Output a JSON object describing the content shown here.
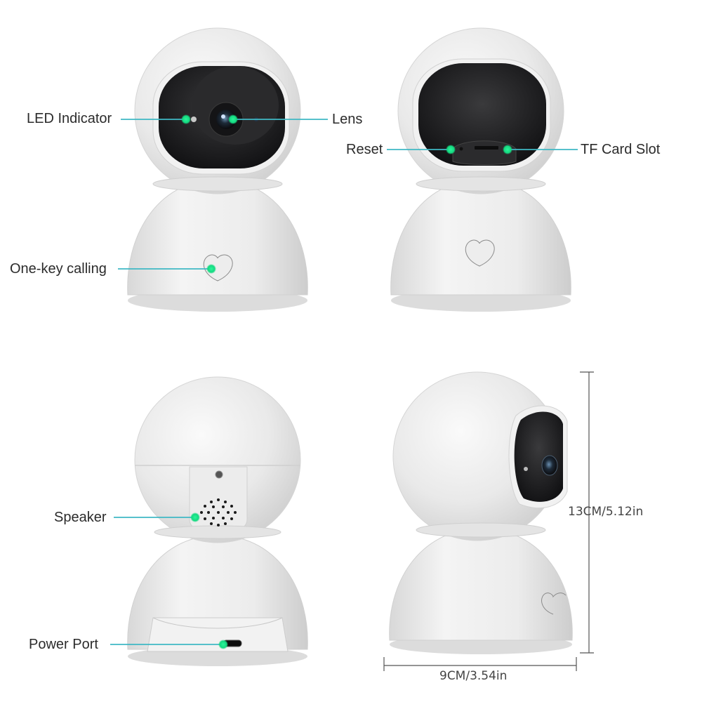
{
  "colors": {
    "callout_line": "#3fb8c4",
    "callout_dot": "#1fe58a",
    "camera_body": "#ebebeb",
    "camera_shadow": "#cfcfcf",
    "lens_panel": "#1c1c1e",
    "dimension_line": "#555555",
    "text": "#2b2b2b"
  },
  "views": {
    "front": {
      "callouts": [
        {
          "label": "LED Indicator",
          "icon": "led-indicator-icon"
        },
        {
          "label": "Lens",
          "icon": "lens-icon"
        },
        {
          "label": "One-key calling",
          "icon": "heart-button-icon"
        }
      ]
    },
    "front_bottom_panel": {
      "callouts": [
        {
          "label": "Reset",
          "icon": "reset-hole-icon"
        },
        {
          "label": "TF Card Slot",
          "icon": "tf-card-slot-icon"
        }
      ]
    },
    "back": {
      "callouts": [
        {
          "label": "Speaker",
          "icon": "speaker-grille-icon"
        },
        {
          "label": "Power Port",
          "icon": "usb-port-icon"
        }
      ]
    },
    "side": {
      "dimensions": {
        "height": "13CM/5.12in",
        "width": "9CM/3.54in"
      }
    }
  }
}
